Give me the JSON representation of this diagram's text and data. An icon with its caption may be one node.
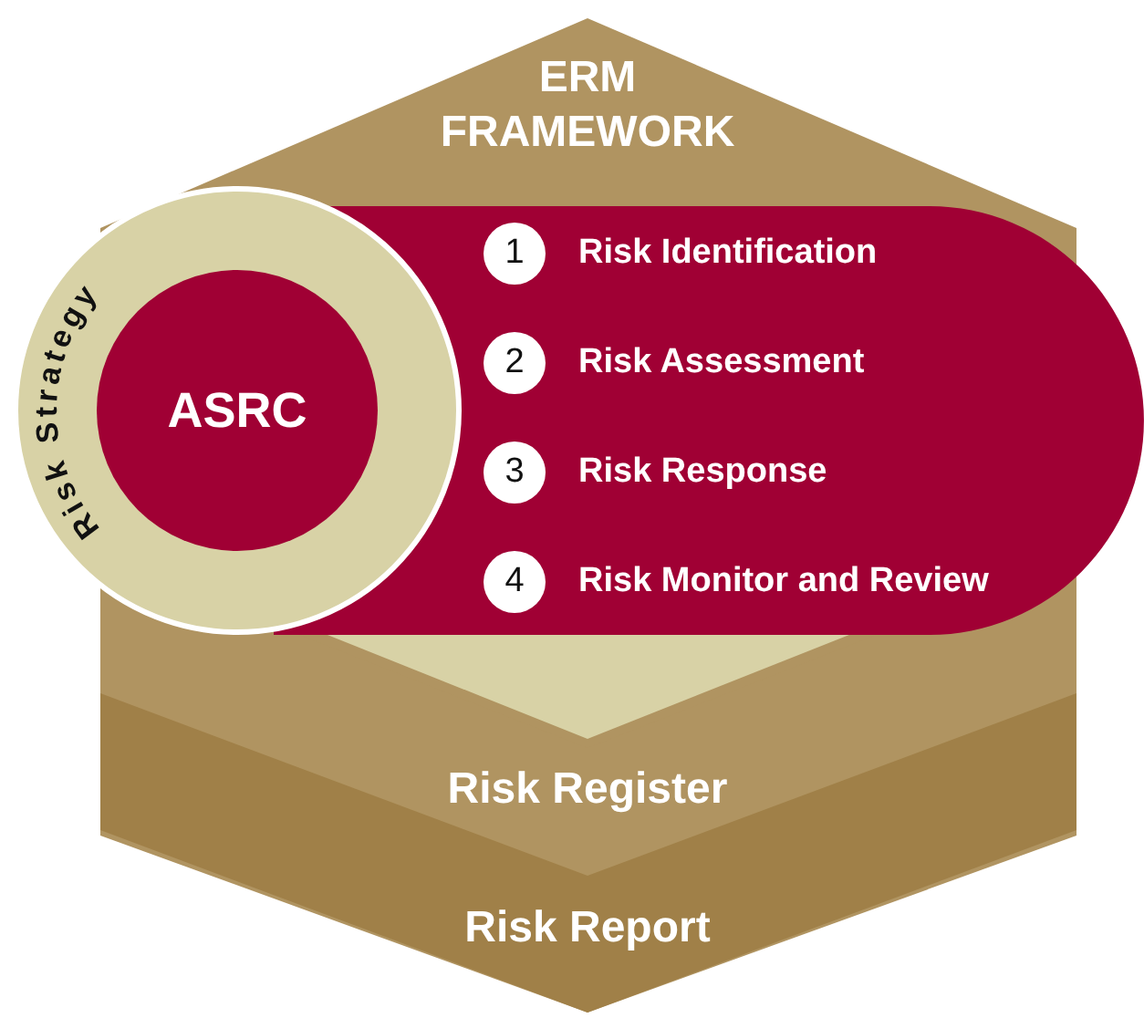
{
  "diagram": {
    "nodes": [
      {
        "text": [
          "ERM FRAMEWORK"
        ]
      },
      {
        "text": [
          "Risk Register"
        ],
        "in": 0
      },
      {
        "text": [
          "Risk Report"
        ],
        "in": 0
      },
      {
        "text": [],
        "shape": "box"
      },
      {
        "text": [
          "1",
          "Risk Identification"
        ],
        "in": 3
      },
      {
        "text": [
          "2",
          "Risk Assessment"
        ],
        "in": 3
      },
      {
        "text": [
          "3",
          "Risk Response"
        ],
        "in": 3
      },
      {
        "text": [
          "4",
          "Risk Monitor and Review"
        ],
        "in": 3
      },
      {
        "text": [
          "Risk Strategy"
        ]
      },
      {
        "text": [
          "ASRC"
        ],
        "in": 8
      }
    ]
  }
}
